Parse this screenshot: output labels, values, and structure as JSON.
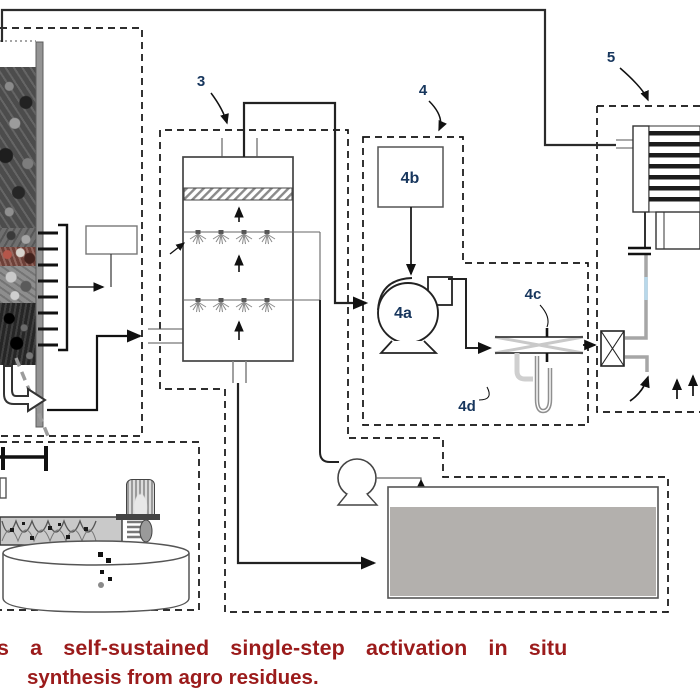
{
  "caption": {
    "line1": "s a self-sustained single-step activation in situ",
    "line2": "synthesis from agro residues.",
    "color": "#9b1b1b"
  },
  "labels": {
    "scrubber_system": "3",
    "gas_conditioning_unit": "4",
    "blower": "4a",
    "control_box": "4b",
    "orifice_meter": "4c",
    "manometer": "4d",
    "engine_genset": "5"
  },
  "colors": {
    "label_text": "#17365d",
    "water_fill": "#b3b0ad",
    "pipe_gray": "#a6a6a6",
    "pipe_highlight": "#b8d8ea",
    "diagram_line": "#222222"
  }
}
